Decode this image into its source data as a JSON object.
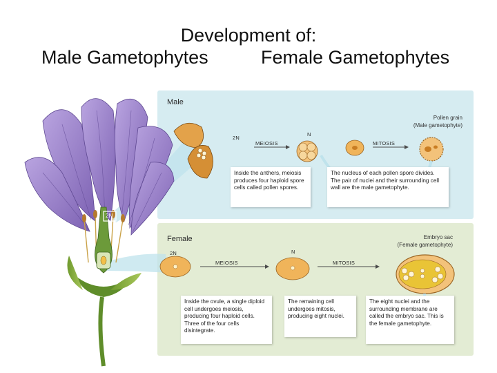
{
  "title": "Development of:",
  "subtitle_male": "Male Gametophytes",
  "subtitle_female": "Female Gametophytes",
  "flower_label_2n": "2N",
  "male": {
    "label": "Male",
    "ploidy_start": "2N",
    "ploidy_mid": "N",
    "step1": "MEIOSIS",
    "step2": "MITOSIS",
    "result_title": "Pollen grain",
    "result_subtitle": "(Male gametophyte)",
    "box1": "Inside the anthers, meiosis produces four haploid spore cells called pollen spores.",
    "box2": "The nucleus of each pollen spore divides. The pair of nuclei and their surrounding cell wall are the male gametophyte."
  },
  "female": {
    "label": "Female",
    "ploidy_start": "2N",
    "ploidy_mid": "N",
    "step1": "MEIOSIS",
    "step2": "MITOSIS",
    "result_title": "Embryo sac",
    "result_subtitle": "(Female gametophyte)",
    "box1": "Inside the ovule, a single diploid cell undergoes meiosis, producing four haploid cells. Three of the four cells disintegrate.",
    "box2": "The remaining cell undergoes mitosis, producing eight nuclei.",
    "box3": "The eight nuclei and the surrounding membrane are called the embryo sac. This is the female gametophyte."
  },
  "colors": {
    "male_panel": "#d6ecf1",
    "female_panel": "#e3ecd4",
    "petal": "#9b83c9",
    "cell": "#f0b45a",
    "embryo_sac": "#e9c436"
  }
}
